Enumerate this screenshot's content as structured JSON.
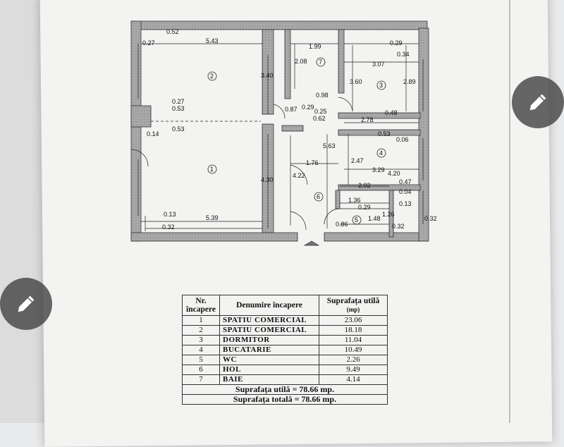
{
  "plan": {
    "dimensions": [
      "0.52",
      "0.27",
      "5.43",
      "1.99",
      "0.29",
      "0.34",
      "3.40",
      "2.08",
      "3.07",
      "3.60",
      "2.89",
      "0.98",
      "0.27",
      "0.53",
      "0.87",
      "0.29",
      "0.25",
      "0.62",
      "0.48",
      "2.78",
      "0.14",
      "0.53",
      "0.53",
      "0.06",
      "5.63",
      "1.76",
      "2.47",
      "3.29",
      "4.20",
      "4.30",
      "4.22",
      "2.02",
      "0.47",
      "0.04",
      "0.13",
      "1.36",
      "0.29",
      "1.26",
      "0.13",
      "5.39",
      "0.86",
      "1.48",
      "0.32",
      "0.32",
      "0.32"
    ],
    "room_numbers": [
      "1",
      "2",
      "3",
      "4",
      "5",
      "6",
      "7"
    ]
  },
  "table": {
    "headers": {
      "nr": "Nr. încapere",
      "name": "Denumire încapere",
      "area": "Suprafața utilă",
      "unit": "(mp)"
    },
    "rows": [
      {
        "nr": "1",
        "name": "SPATIU COMERCIAL",
        "area": "23.06"
      },
      {
        "nr": "2",
        "name": "SPATIU COMERCIAL",
        "area": "18.18"
      },
      {
        "nr": "3",
        "name": "DORMITOR",
        "area": "11.04"
      },
      {
        "nr": "4",
        "name": "BUCATARIE",
        "area": "10.49"
      },
      {
        "nr": "5",
        "name": "WC",
        "area": "2.26"
      },
      {
        "nr": "6",
        "name": "HOL",
        "area": "9.49"
      },
      {
        "nr": "7",
        "name": "BAIE",
        "area": "4.14"
      }
    ],
    "summary_useful": "Suprafața utilă = 78.66 mp.",
    "summary_total": "Suprafața totală = 78.66 mp."
  },
  "buttons": {
    "edit_icon": "pencil-icon"
  }
}
